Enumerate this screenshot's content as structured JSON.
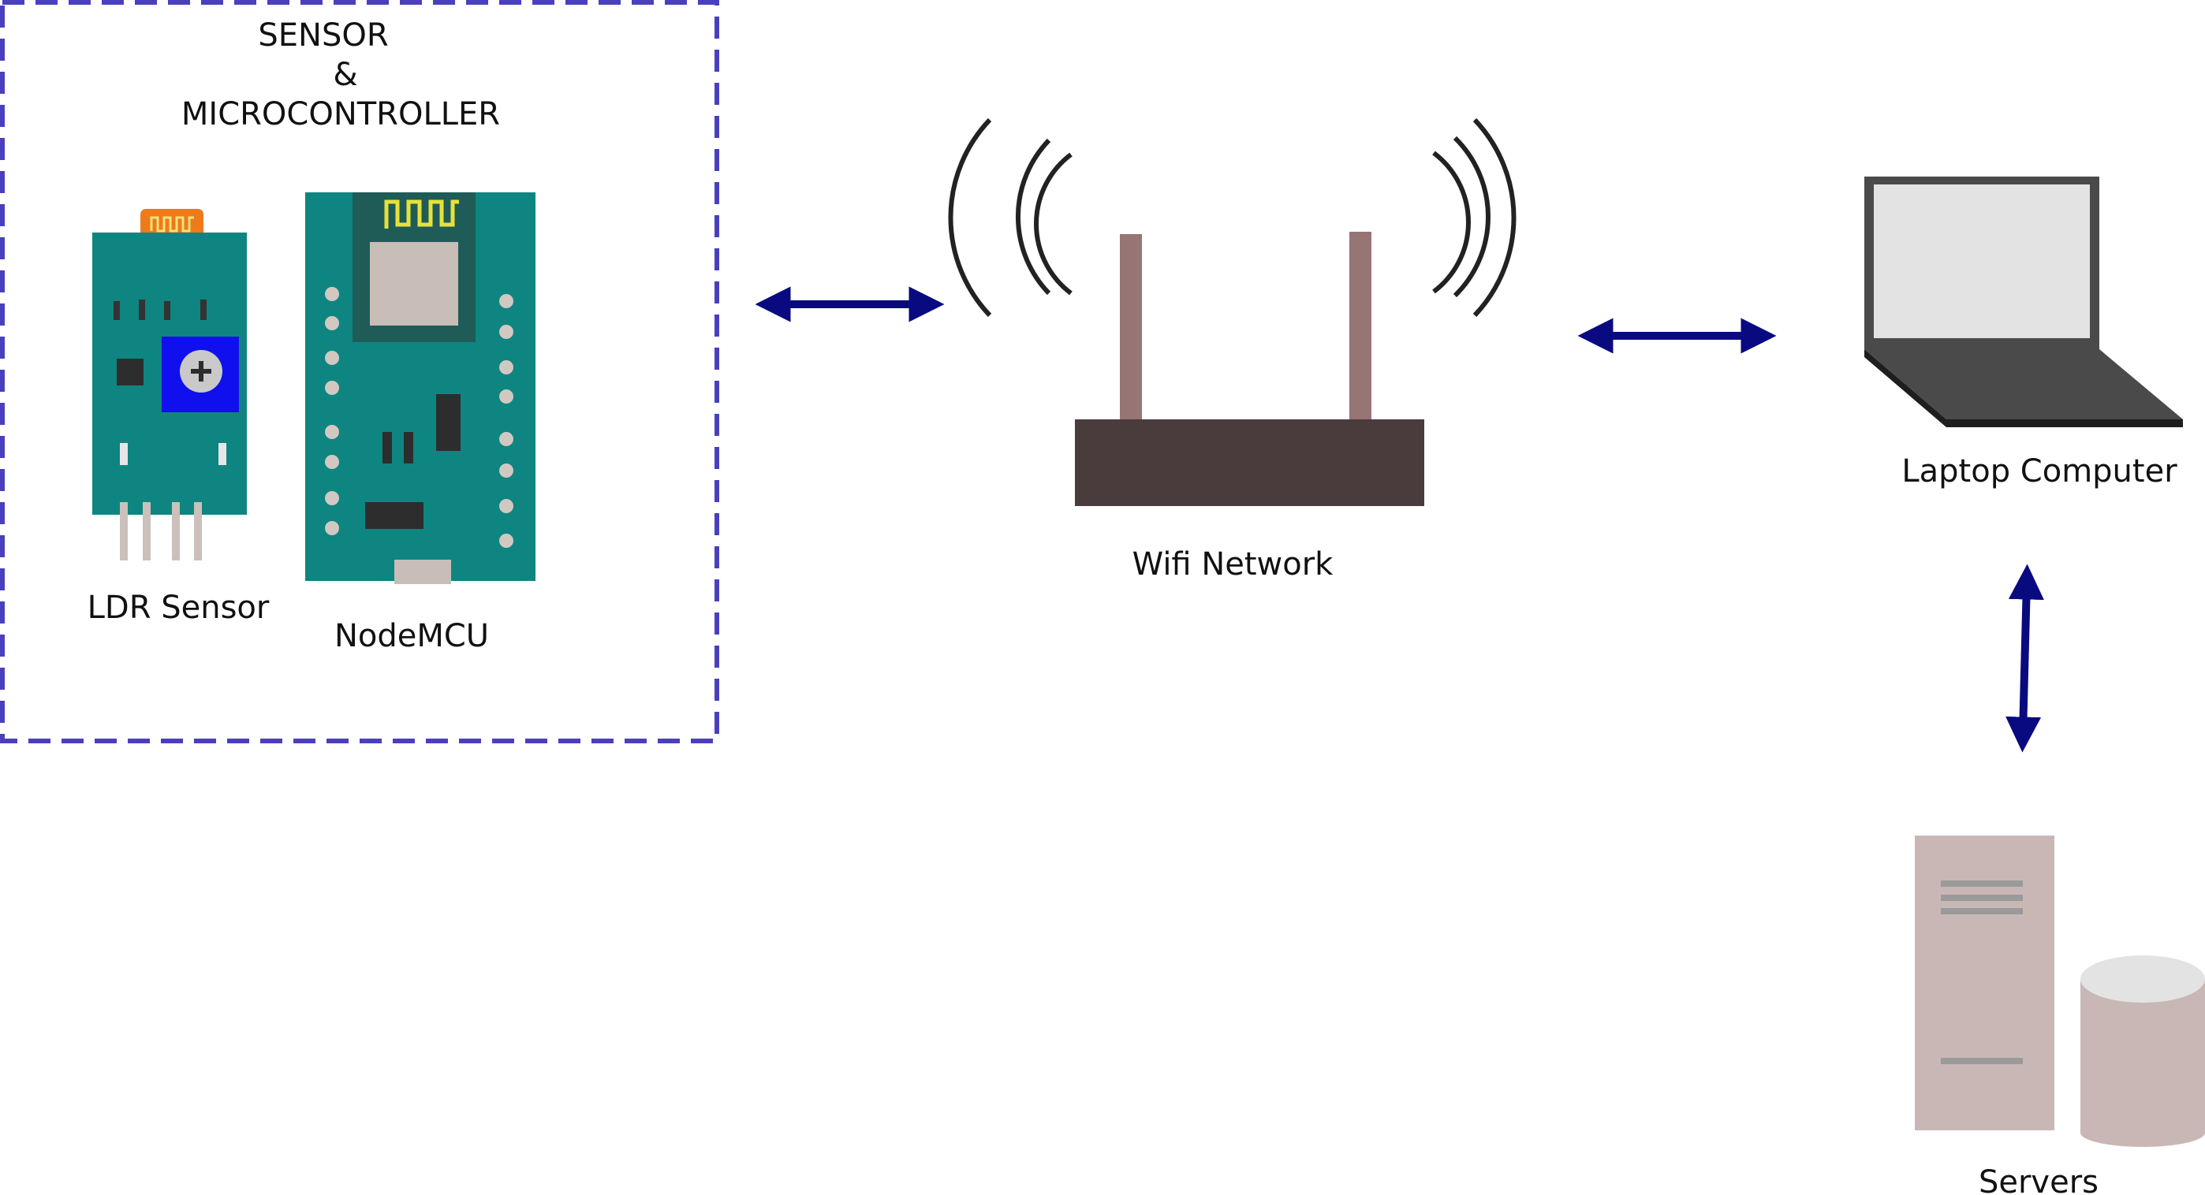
{
  "group": {
    "title_line1": "SENSOR",
    "title_line2": "&",
    "title_line3": "MICROCONTROLLER"
  },
  "labels": {
    "ldr": "LDR Sensor",
    "nodemcu": "NodeMCU",
    "wifi": "Wifi Network",
    "laptop": "Laptop Computer",
    "servers": "Servers"
  },
  "colors": {
    "group_border": "#4a3fbf",
    "arrow": "#0a0a80",
    "board": "#0e8580",
    "router": "#4a3b3d",
    "antenna": "#967574",
    "server": "#c9b7b6"
  }
}
